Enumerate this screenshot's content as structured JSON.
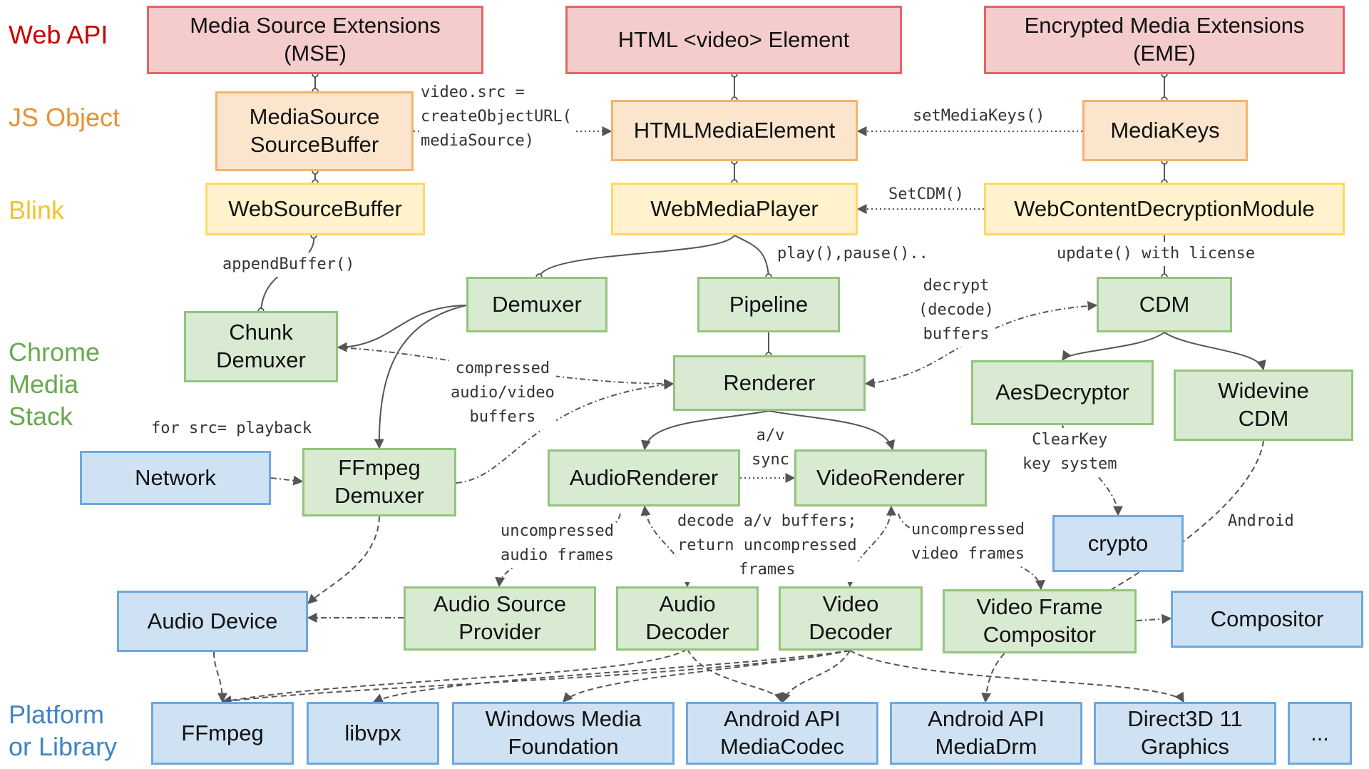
{
  "layers": {
    "web_api": {
      "text": "Web API",
      "color": "#cc0000"
    },
    "js_object": {
      "text": "JS Object",
      "color": "#e69138"
    },
    "blink": {
      "text": "Blink",
      "color": "#f1c232"
    },
    "chrome_media_stack": {
      "text": "Chrome\nMedia\nStack",
      "color": "#6aa84f"
    },
    "platform_or_library": {
      "text": "Platform\nor Library",
      "color": "#3d85c6"
    }
  },
  "boxes": {
    "mse": "Media Source Extensions\n(MSE)",
    "html_video": "HTML <video> Element",
    "eme": "Encrypted Media Extensions\n(EME)",
    "mediasource": "MediaSource\nSourceBuffer",
    "htmlmediaelement": "HTMLMediaElement",
    "mediakeys": "MediaKeys",
    "websourcebuffer": "WebSourceBuffer",
    "webmediaplayer": "WebMediaPlayer",
    "webcdm": "WebContentDecryptionModule",
    "demuxer": "Demuxer",
    "pipeline": "Pipeline",
    "cdm": "CDM",
    "chunk_demuxer": "Chunk\nDemuxer",
    "renderer": "Renderer",
    "aesdecryptor": "AesDecryptor",
    "widevine": "Widevine\nCDM",
    "network": "Network",
    "ffmpeg_demuxer": "FFmpeg\nDemuxer",
    "audiorenderer": "AudioRenderer",
    "videorenderer": "VideoRenderer",
    "crypto": "crypto",
    "audio_device": "Audio Device",
    "audio_source_provider": "Audio Source\nProvider",
    "audio_decoder": "Audio\nDecoder",
    "video_decoder": "Video\nDecoder",
    "video_frame_compositor": "Video Frame\nCompositor",
    "compositor": "Compositor",
    "ffmpeg": "FFmpeg",
    "libvpx": "libvpx",
    "wmf": "Windows Media\nFoundation",
    "mediacodec": "Android API\nMediaCodec",
    "mediadrm": "Android API\nMediaDrm",
    "d3d11": "Direct3D 11\nGraphics",
    "more": "..."
  },
  "edge_labels": {
    "video_src": "video.src =\ncreateObjectURL(\nmediaSource)",
    "set_media_keys": "setMediaKeys()",
    "set_cdm": "SetCDM()",
    "append_buffer": "appendBuffer()",
    "play_pause": "play(),pause()..",
    "update_license": "update() with license",
    "decrypt": "decrypt\n(decode)\nbuffers",
    "compressed": "compressed\naudio/video\nbuffers",
    "for_src": "for src= playback",
    "av_sync": "a/v\nsync",
    "clearkey": "ClearKey\nkey system",
    "uncompressed_audio": "uncompressed\naudio frames",
    "decode_av": "decode a/v buffers;\nreturn uncompressed\nframes",
    "uncompressed_video": "uncompressed\nvideo frames",
    "android": "Android"
  }
}
